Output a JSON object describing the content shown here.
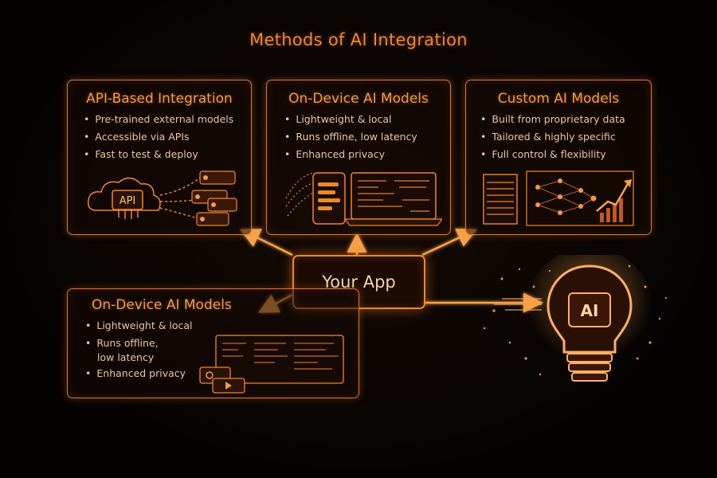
{
  "title": "Methods of AI Integration",
  "center": {
    "label": "Your App"
  },
  "cards": [
    {
      "title": "API-Based Integration",
      "bullets": [
        "Pre-trained external models",
        "Accessible via APIs",
        "Fast to test & deploy"
      ],
      "art_label": "API"
    },
    {
      "title": "On-Device AI Models",
      "bullets": [
        "Lightweight & local",
        "Runs offline, low latency",
        "Enhanced privacy"
      ]
    },
    {
      "title": "Custom AI Models",
      "bullets": [
        "Built from proprietary data",
        "Tailored & highly specific",
        "Full control & flexibility"
      ]
    },
    {
      "title": "On-Device AI Models",
      "bullets": [
        "Lightweight & local",
        "Runs offline,",
        "low latency",
        "Enhanced privacy"
      ]
    }
  ],
  "bulb": {
    "label": "AI"
  },
  "colors": {
    "accent": "#f0862e",
    "text": "#e8c7a4",
    "background": "#050302"
  }
}
